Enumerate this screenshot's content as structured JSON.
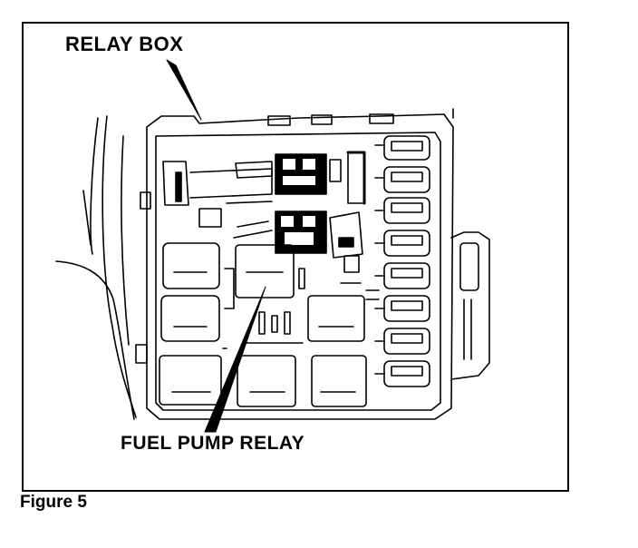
{
  "labels": {
    "relay_box": "RELAY BOX",
    "fuel_pump_relay": "FUEL PUMP RELAY"
  },
  "caption": "Figure 5",
  "colors": {
    "ink": "#000000",
    "paper": "#ffffff"
  }
}
